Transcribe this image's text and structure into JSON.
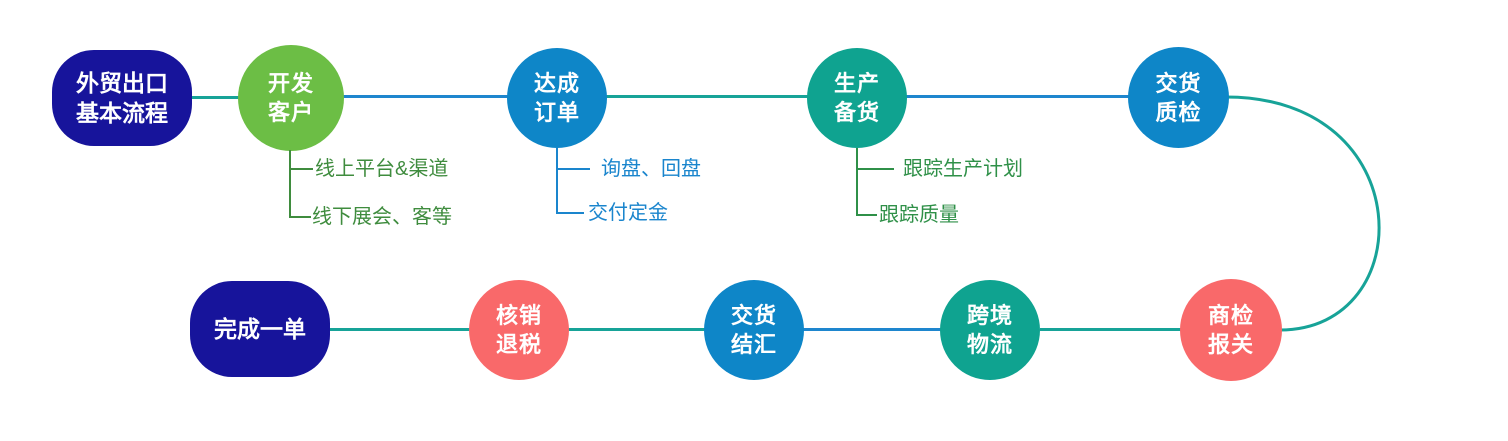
{
  "palette": {
    "navy": "#17149b",
    "green": "#6cbe45",
    "blue": "#0e86c8",
    "teal": "#0fa390",
    "coral": "#f9696a",
    "connector_teal": "#17a398",
    "connector_blue": "#1e86ce",
    "branch_green_develop": "#3f8c3e",
    "branch_green_production": "#2f9048",
    "branch_blue_order": "#1a85cd"
  },
  "diagram": {
    "title_node": {
      "label": "外贸出口\n基本流程"
    },
    "top_nodes": [
      {
        "label": "开发\n客户",
        "color": "green"
      },
      {
        "label": "达成\n订单",
        "color": "blue"
      },
      {
        "label": "生产\n备货",
        "color": "teal"
      },
      {
        "label": "交货\n质检",
        "color": "blue"
      }
    ],
    "bottom_nodes": [
      {
        "label": "完成一单",
        "color": "navy"
      },
      {
        "label": "核销\n退税",
        "color": "coral"
      },
      {
        "label": "交货\n结汇",
        "color": "blue"
      },
      {
        "label": "跨境\n物流",
        "color": "teal"
      },
      {
        "label": "商检\n报关",
        "color": "coral"
      }
    ],
    "branches": {
      "develop_customers": [
        "线上平台&渠道",
        "线下展会、客等"
      ],
      "close_order": [
        "询盘、回盘",
        "交付定金"
      ],
      "production_stock": [
        "跟踪生产计划",
        "跟踪质量"
      ]
    }
  }
}
